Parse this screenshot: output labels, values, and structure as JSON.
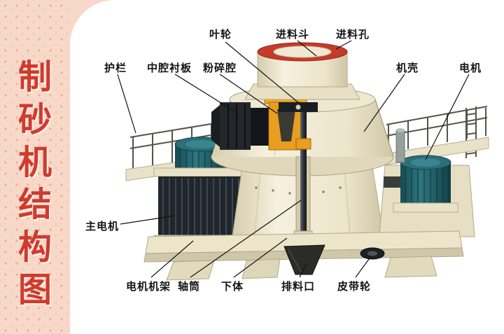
{
  "sidebar": {
    "title": "制砂机结构图",
    "title_chars": [
      "制",
      "砂",
      "机",
      "结",
      "构",
      "图"
    ]
  },
  "diagram": {
    "labels": {
      "impeller": "叶轮",
      "feed_hopper": "进料斗",
      "feed_hole": "进料孔",
      "guardrail": "护栏",
      "cavity_liner": "中腔衬板",
      "crushing_chamber": "粉碎腔",
      "casing": "机壳",
      "motor": "电机",
      "main_motor": "主电机",
      "motor_frame": "电机机架",
      "shaft_cylinder": "轴筒",
      "lower_body": "下体",
      "discharge_port": "排料口",
      "belt_pulley": "皮带轮"
    },
    "colors": {
      "accent_red": "#cf3b2e",
      "sidebar_bg": "#f8d8c8",
      "machine_cream": "#efe9d2",
      "motor_teal": "#2c6f79",
      "chamber_orange": "#e89e20",
      "dark_parts": "#23272b",
      "label_text": "#141414"
    }
  }
}
